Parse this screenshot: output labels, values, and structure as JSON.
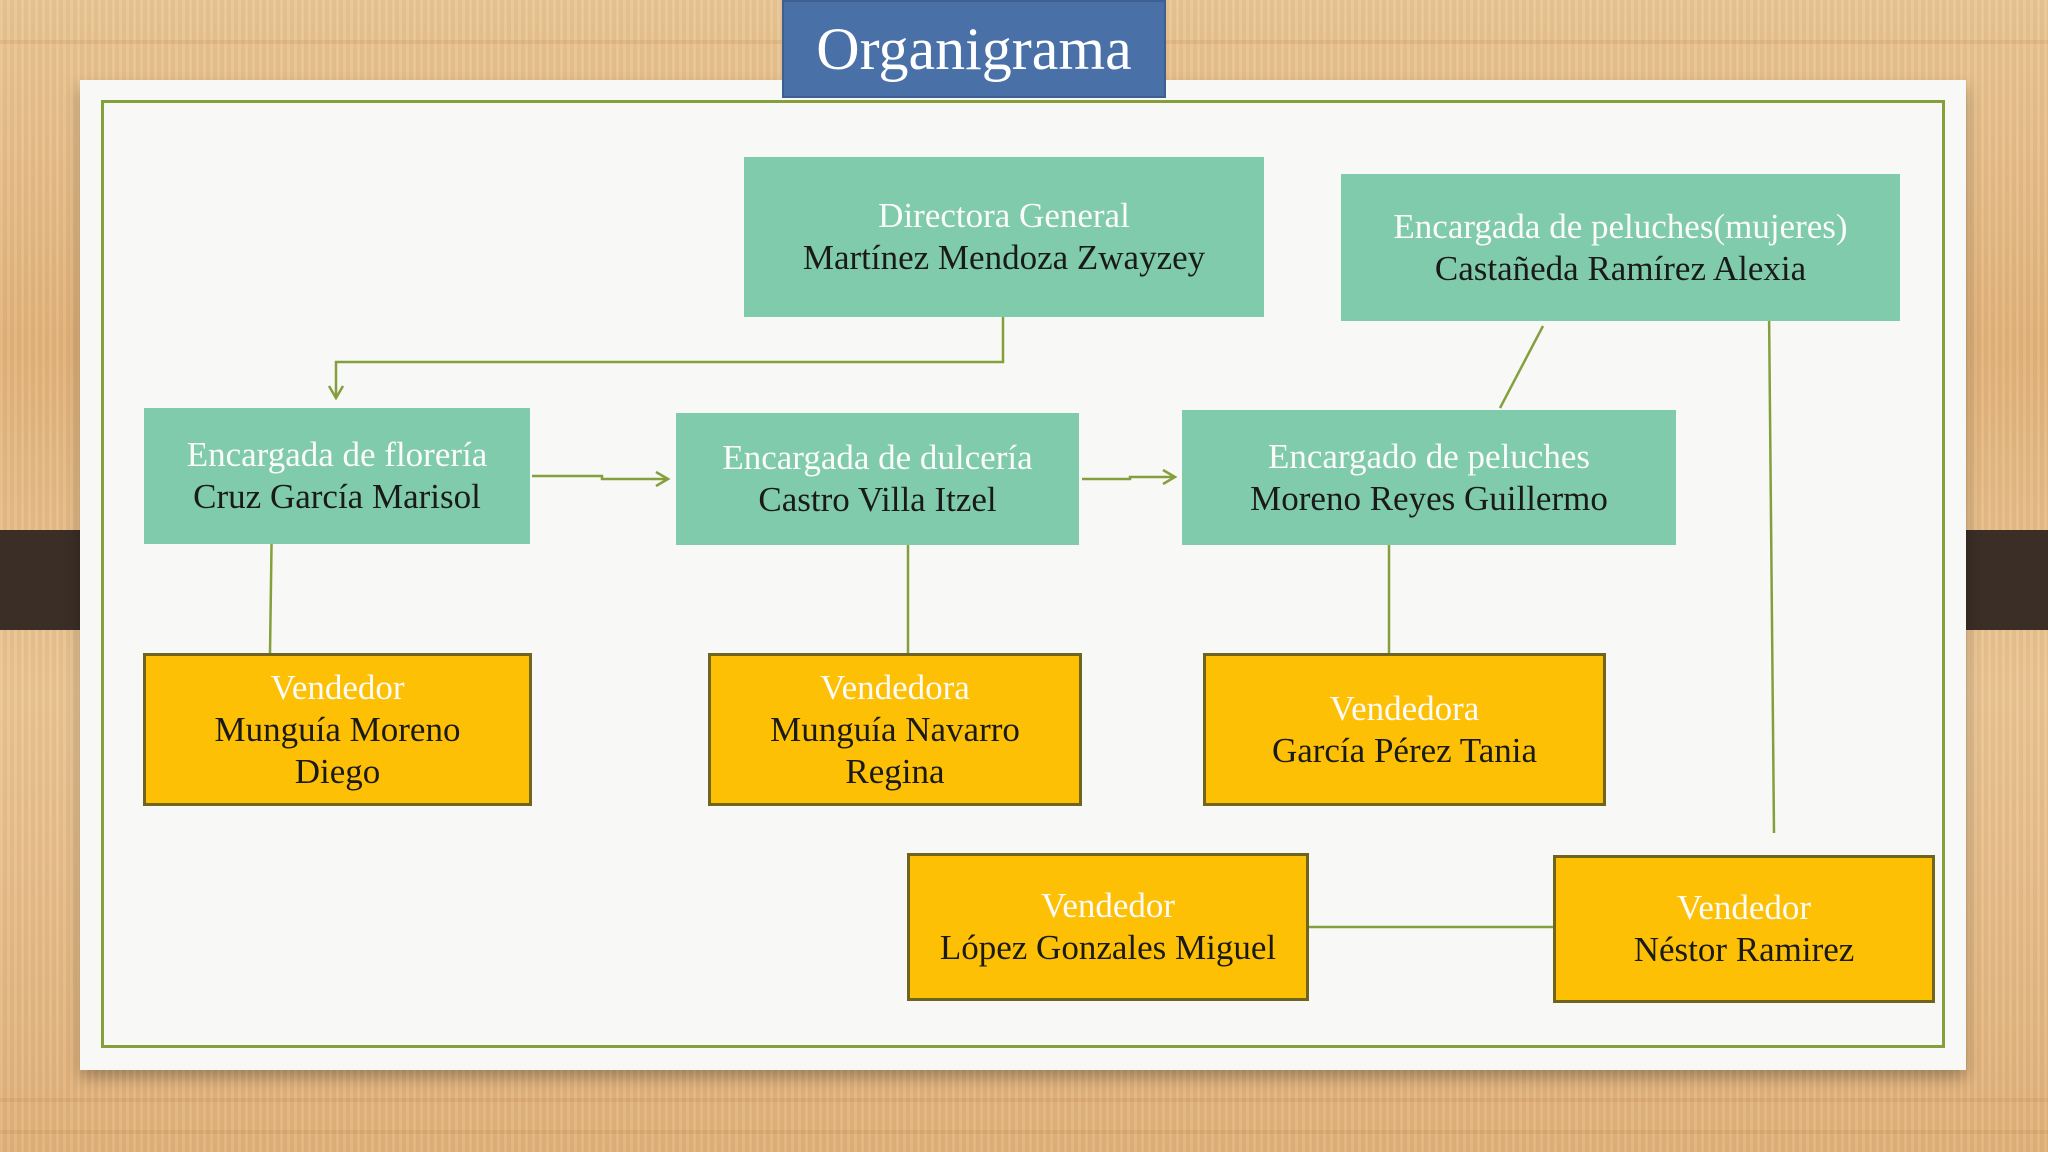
{
  "title": "Organigrama",
  "nodes": {
    "directora": {
      "role": "Directora General",
      "name": "Martínez Mendoza Zwayzey"
    },
    "peluches_mujeres": {
      "role": "Encargada de peluches(mujeres)",
      "name": "Castañeda Ramírez Alexia"
    },
    "floreria": {
      "role": "Encargada de florería",
      "name": "Cruz García Marisol"
    },
    "dulceria": {
      "role": "Encargada de dulcería",
      "name": "Castro Villa Itzel"
    },
    "peluches": {
      "role": "Encargado de peluches",
      "name": "Moreno Reyes Guillermo"
    },
    "vendedor_diego": {
      "role": "Vendedor",
      "name": "Munguía Moreno Diego"
    },
    "vendedora_regina": {
      "role": "Vendedora",
      "name": "Munguía Navarro Regina"
    },
    "vendedora_tania": {
      "role": "Vendedora",
      "name": "García Pérez Tania"
    },
    "vendedor_miguel": {
      "role": "Vendedor",
      "name": "López Gonzales Miguel"
    },
    "vendedor_nestor": {
      "role": "Vendedor",
      "name": "Néstor Ramirez"
    }
  },
  "colors": {
    "title_background": "#4a70a8",
    "manager_box": "#80cbac",
    "seller_box": "#fec004",
    "frame_and_lines": "#84a03c",
    "background_wood": "#e6b982"
  }
}
